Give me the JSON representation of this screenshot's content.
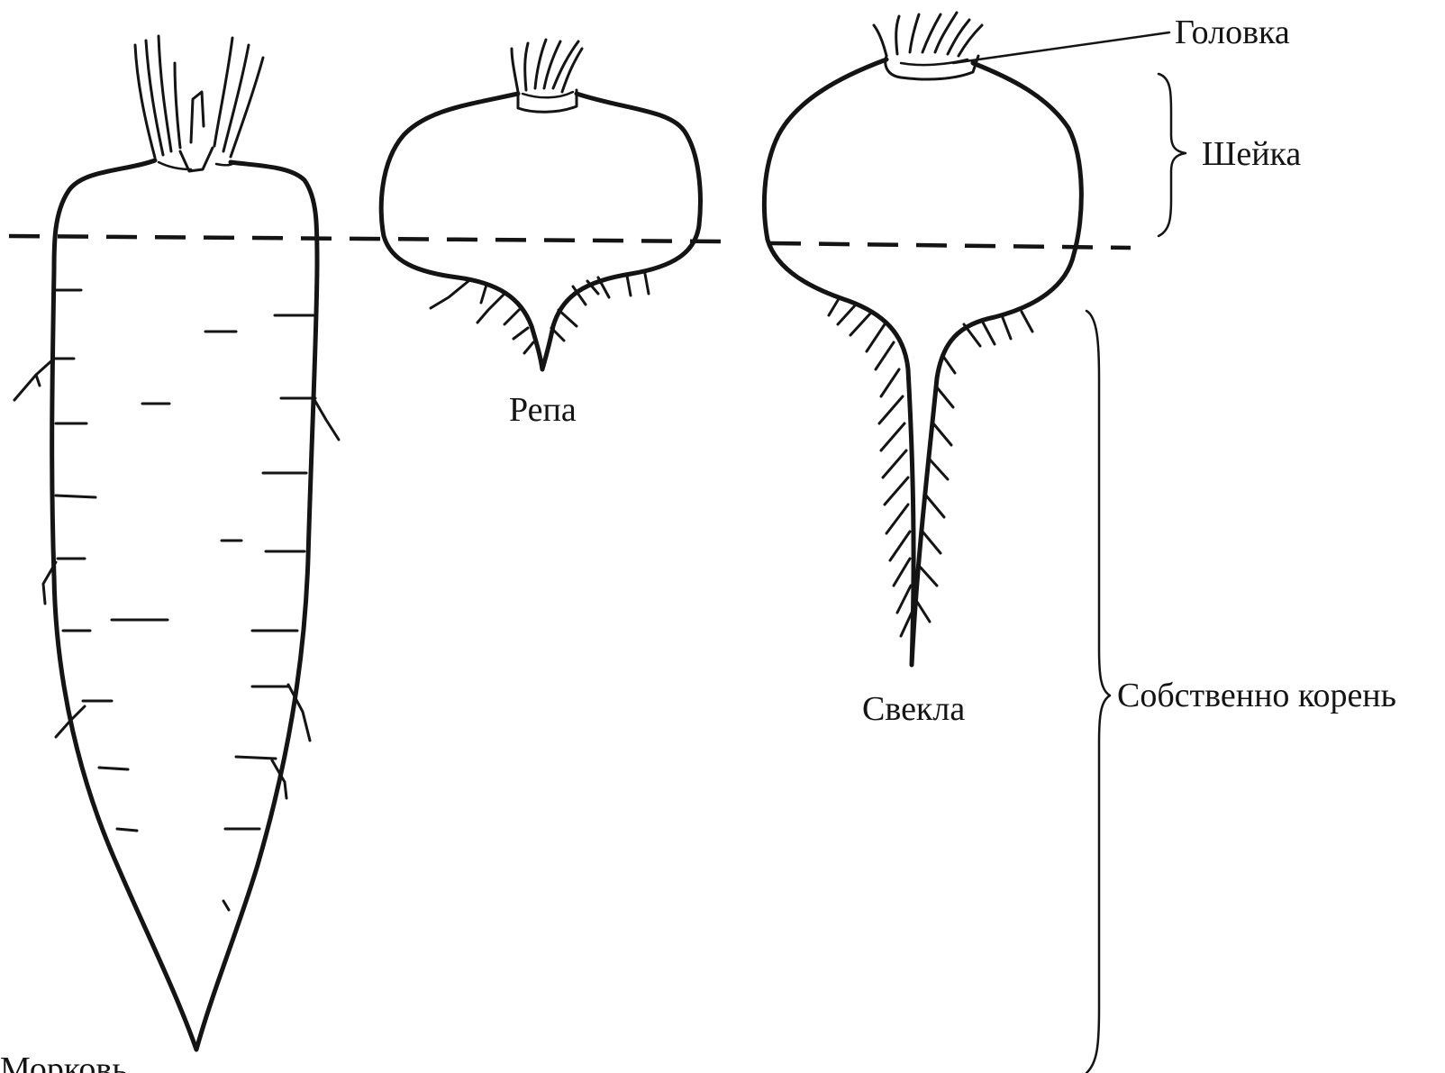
{
  "labels": {
    "head": "Головка",
    "neck": "Шейка",
    "root_proper": "Собственно корень",
    "turnip": "Репа",
    "beet": "Свекла",
    "carrot": "Морковь"
  }
}
